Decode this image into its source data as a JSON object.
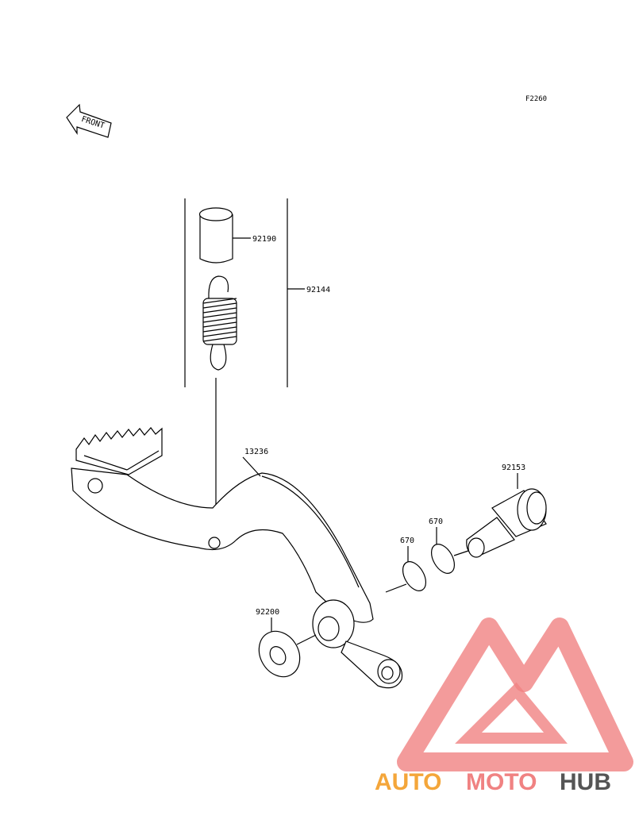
{
  "figure_code": "F2260",
  "front_label": "FRONT",
  "parts": [
    {
      "number": "92190"
    },
    {
      "number": "92144"
    },
    {
      "number": "13236"
    },
    {
      "number": "92153"
    },
    {
      "number": "670"
    },
    {
      "number": "670"
    },
    {
      "number": "92200"
    }
  ],
  "watermark": {
    "text_a": "AUTO",
    "text_b": "MOTO",
    "text_c": "HUB",
    "color_a": "#f4a63a",
    "color_b": "#f08282",
    "color_c": "#555555"
  }
}
